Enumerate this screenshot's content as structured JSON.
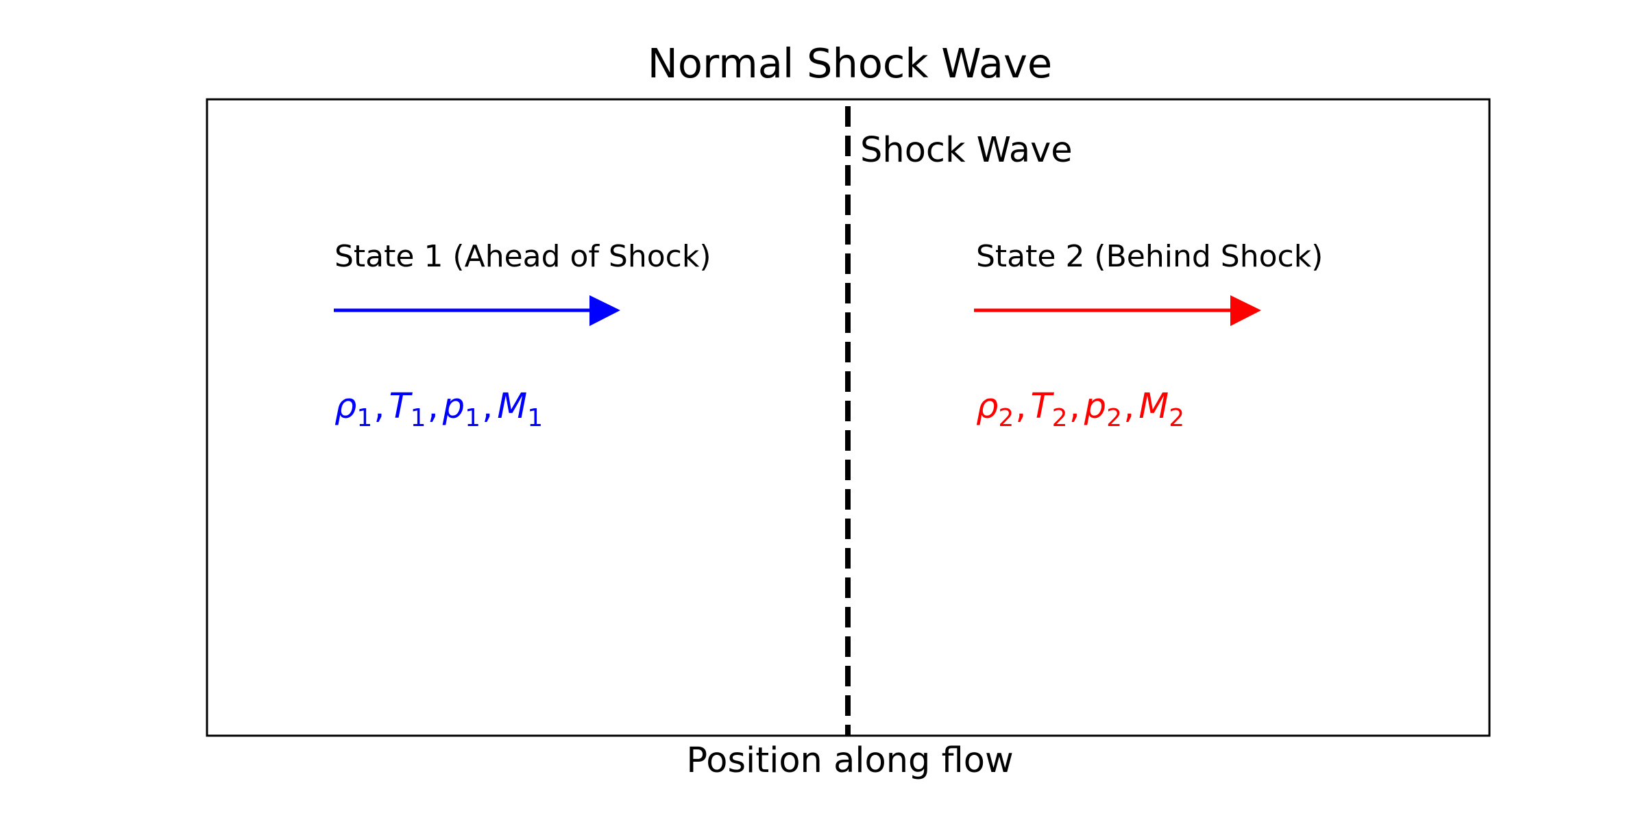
{
  "title": "Normal Shock Wave",
  "xlabel": "Position along flow",
  "shock": {
    "label": "Shock Wave"
  },
  "state1": {
    "label": "State 1 (Ahead of Shock)",
    "color": "#0000ff",
    "vars": [
      {
        "sym": "ρ",
        "sub": "1"
      },
      {
        "sym": "T",
        "sub": "1"
      },
      {
        "sym": "p",
        "sub": "1"
      },
      {
        "sym": "M",
        "sub": "1"
      }
    ]
  },
  "state2": {
    "label": "State 2 (Behind Shock)",
    "color": "#ff0000",
    "vars": [
      {
        "sym": "ρ",
        "sub": "2"
      },
      {
        "sym": "T",
        "sub": "2"
      },
      {
        "sym": "p",
        "sub": "2"
      },
      {
        "sym": "M",
        "sub": "2"
      }
    ]
  }
}
